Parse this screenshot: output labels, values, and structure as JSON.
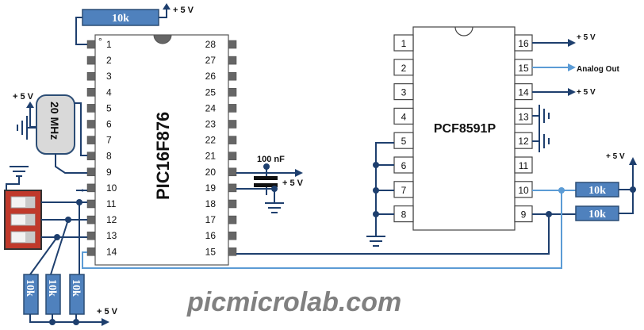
{
  "pic": {
    "name": "PIC16F876",
    "pins_left": [
      "1",
      "2",
      "3",
      "4",
      "5",
      "6",
      "7",
      "8",
      "9",
      "10",
      "11",
      "12",
      "13",
      "14"
    ],
    "pins_right": [
      "28",
      "27",
      "26",
      "25",
      "24",
      "23",
      "22",
      "21",
      "20",
      "19",
      "18",
      "17",
      "16",
      "15"
    ]
  },
  "pcf": {
    "name": "PCF8591P",
    "pins_left": [
      "1",
      "2",
      "3",
      "4",
      "5",
      "6",
      "7",
      "8"
    ],
    "pins_right": [
      "16",
      "15",
      "14",
      "13",
      "12",
      "11",
      "10",
      "9"
    ]
  },
  "labels": {
    "vcc_top": "+ 5 V",
    "vcc_osc": "+ 5 V",
    "vcc_cap": "+ 5 V",
    "vcc_res_bottom": "+ 5 V",
    "vcc_pcf16": "+ 5 V",
    "vcc_pcf14": "+ 5 V",
    "vcc_pullups": "+ 5 V",
    "analog_out": "Analog Out",
    "cap_value": "100 nF",
    "crystal": "20 MHz",
    "watermark": "picmicrolab.com"
  },
  "resistors": {
    "mclr": "10k",
    "sda": "10k",
    "scl": "10k",
    "sw1": "10k",
    "sw2": "10k",
    "sw3": "10k"
  },
  "colors": {
    "wire": "#1e3f6e",
    "wire_light": "#5b9bd5",
    "resistor": "#4f81bd",
    "switch_body": "#c0392b",
    "crystal_body": "#d9d9d9"
  }
}
